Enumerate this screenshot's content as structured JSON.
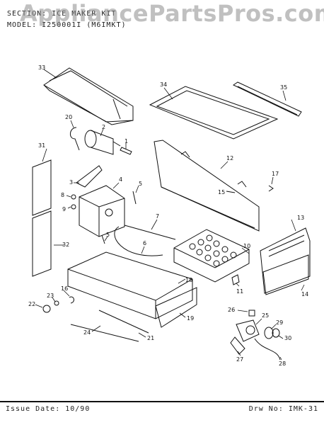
{
  "header": {
    "section_line": "SECTION: ICE MAKER KIT",
    "model_line": "MODEL: I250001I (M6IMKT)"
  },
  "watermark": "AppliancePartsPros.com",
  "footer": {
    "issue": "Issue Date: 10/90",
    "drawing": "Drw No: IMK-31"
  },
  "callouts": {
    "c1": "1",
    "c2": "2",
    "c3": "3",
    "c4": "4",
    "c5a": "5",
    "c5b": "5",
    "c6": "6",
    "c7": "7",
    "c8": "8",
    "c9": "9",
    "c10": "10",
    "c11": "11",
    "c12": "12",
    "c13": "13",
    "c14": "14",
    "c15": "15",
    "c16": "16",
    "c17": "17",
    "c18": "18",
    "c19": "19",
    "c20": "20",
    "c21": "21",
    "c22": "22",
    "c23": "23",
    "c24": "24",
    "c25": "25",
    "c26": "26",
    "c27": "27",
    "c28": "28",
    "c29": "29",
    "c30": "30",
    "c31": "31",
    "c32": "32",
    "c33": "33",
    "c34": "34",
    "c35": "35"
  }
}
